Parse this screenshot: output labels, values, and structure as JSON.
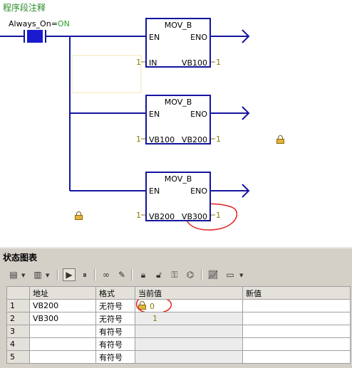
{
  "ladder": {
    "segment_title": "程序段注释",
    "contact": {
      "name": "Always_On",
      "equals": "=",
      "state": "ON"
    },
    "boxes": [
      {
        "name": "MOV_B",
        "en": "EN",
        "eno": "ENO",
        "in": "IN",
        "out": "VB100",
        "in_value": "1",
        "out_value": "1"
      },
      {
        "name": "MOV_B",
        "en": "EN",
        "eno": "ENO",
        "in": "VB100",
        "out": "VB200",
        "in_value": "1",
        "out_value": "1"
      },
      {
        "name": "MOV_B",
        "en": "EN",
        "eno": "ENO",
        "in": "VB200",
        "out": "VB300",
        "in_value": "1",
        "out_value": "1"
      }
    ]
  },
  "status_chart": {
    "title": "状态图表",
    "columns": [
      "",
      "地址",
      "格式",
      "当前值",
      "新值"
    ],
    "rows": [
      {
        "num": "1",
        "address": "VB200",
        "format": "无符号",
        "current": "0",
        "new": ""
      },
      {
        "num": "2",
        "address": "VB300",
        "format": "无符号",
        "current": "1",
        "new": ""
      },
      {
        "num": "3",
        "address": "",
        "format": "有符号",
        "current": "",
        "new": ""
      },
      {
        "num": "4",
        "address": "",
        "format": "有符号",
        "current": "",
        "new": ""
      },
      {
        "num": "5",
        "address": "",
        "format": "有符号",
        "current": "",
        "new": ""
      }
    ]
  },
  "colors": {
    "wire": "#1414a0",
    "value": "#8b7a00",
    "annotation": "#e02020",
    "title_green": "#2a8a2a"
  }
}
